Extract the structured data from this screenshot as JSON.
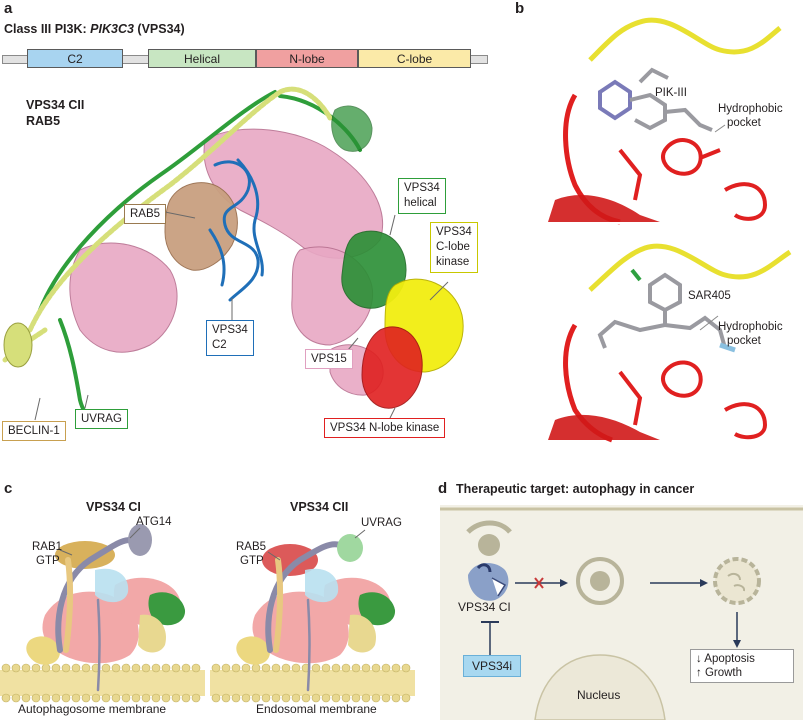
{
  "panel_a": {
    "letter": "a",
    "title_prefix": "Class III PI3K: ",
    "title_gene": "PIK3C3",
    "title_suffix": " (VPS34)",
    "domains": [
      {
        "label": "C2",
        "color": "#a8d4f0"
      },
      {
        "label": "Helical",
        "color": "#c8e6c2"
      },
      {
        "label": "N-lobe",
        "color": "#f0a0a0"
      },
      {
        "label": "C-lobe",
        "color": "#fbeaa8"
      }
    ],
    "complex_line1": "VPS34 CII",
    "complex_line2": "RAB5",
    "labels": {
      "rab5": "RAB5",
      "vps34_helical_1": "VPS34",
      "vps34_helical_2": "helical",
      "vps34_clobe_1": "VPS34",
      "vps34_clobe_2": "C-lobe",
      "vps34_clobe_3": "kinase",
      "vps34_c2_1": "VPS34",
      "vps34_c2_2": "C2",
      "vps15": "VPS15",
      "beclin1": "BECLIN-1",
      "uvrag": "UVRAG",
      "nlobe": "VPS34 N-lobe kinase"
    }
  },
  "panel_b": {
    "letter": "b",
    "top_compound": "PIK-III",
    "top_pocket_1": "Hydrophobic",
    "top_pocket_2": "pocket",
    "bottom_compound": "SAR405",
    "bottom_pocket_1": "Hydrophobic",
    "bottom_pocket_2": "pocket"
  },
  "panel_c": {
    "letter": "c",
    "left_title": "VPS34 CI",
    "right_title": "VPS34 CII",
    "left_rab_1": "RAB1",
    "left_rab_2": "GTP",
    "left_partner": "ATG14",
    "right_rab_1": "RAB5",
    "right_rab_2": "GTP",
    "right_partner": "UVRAG",
    "left_membrane": "Autophagosome membrane",
    "right_membrane": "Endosomal membrane"
  },
  "panel_d": {
    "letter": "d",
    "title": "Therapeutic target: autophagy in cancer",
    "complex_label": "VPS34 CI",
    "inhibitor": "VPS34i",
    "nucleus": "Nucleus",
    "outcome_1": "↓ Apoptosis",
    "outcome_2": "↑ Growth"
  },
  "colors": {
    "vps15_pink": "#e8a8c4",
    "green": "#2e9e3a",
    "yellow_green": "#d6df7a",
    "blue": "#1f6fb8",
    "red": "#e02020",
    "yellow": "#f2ee10",
    "membrane_tan": "#f0e1a2",
    "cell_bg": "#f2f0e6"
  }
}
